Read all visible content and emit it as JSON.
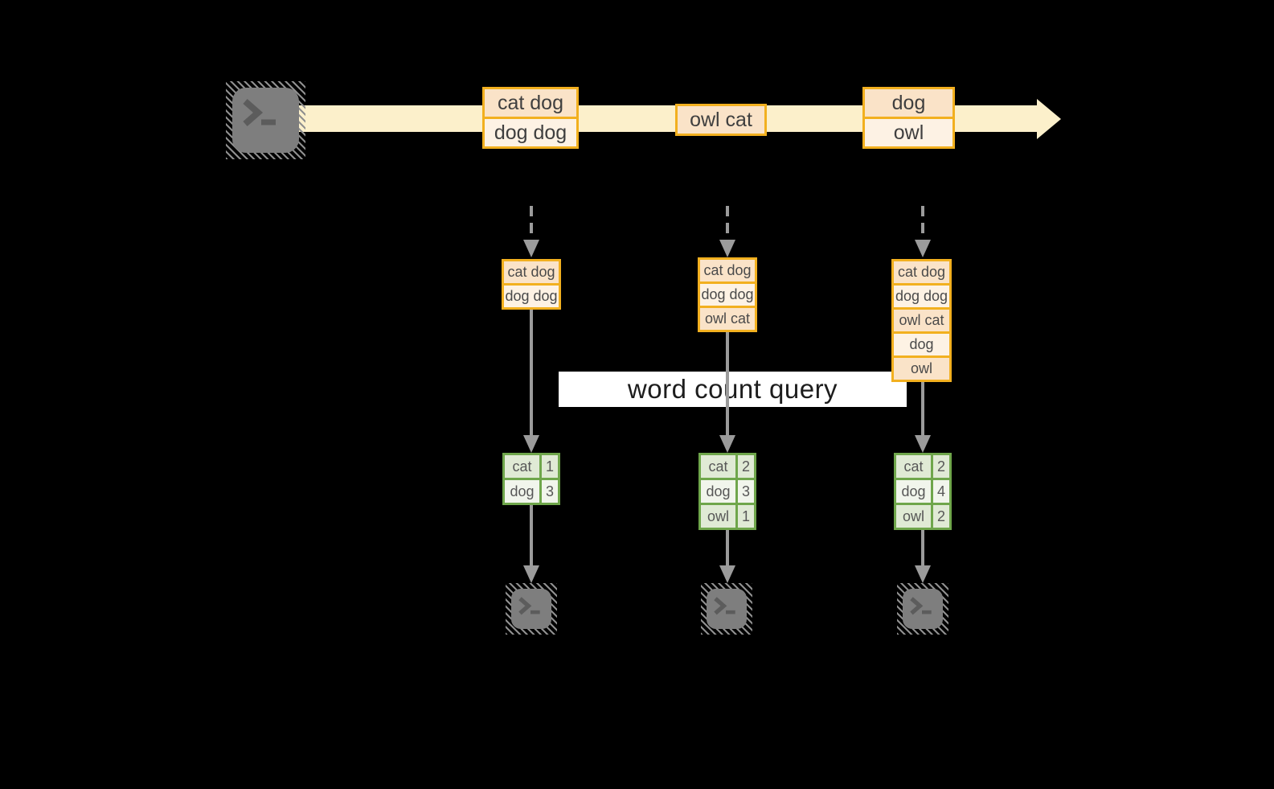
{
  "diagram": {
    "query_label": "word count query",
    "stream": {
      "records": [
        {
          "rows": [
            "cat dog",
            "dog dog"
          ]
        },
        {
          "rows": [
            "owl cat"
          ]
        },
        {
          "rows": [
            "dog",
            "owl"
          ]
        }
      ]
    },
    "partitions": [
      {
        "buffer": [
          "cat dog",
          "dog dog"
        ],
        "counts": [
          {
            "word": "cat",
            "count": "1"
          },
          {
            "word": "dog",
            "count": "3"
          }
        ]
      },
      {
        "buffer": [
          "cat dog",
          "dog dog",
          "owl cat"
        ],
        "counts": [
          {
            "word": "cat",
            "count": "2"
          },
          {
            "word": "dog",
            "count": "3"
          },
          {
            "word": "owl",
            "count": "1"
          }
        ]
      },
      {
        "buffer": [
          "cat dog",
          "dog dog",
          "owl cat",
          "dog",
          "owl"
        ],
        "counts": [
          {
            "word": "cat",
            "count": "2"
          },
          {
            "word": "dog",
            "count": "4"
          },
          {
            "word": "owl",
            "count": "2"
          }
        ]
      }
    ],
    "icons": {
      "source": "terminal-icon",
      "sinks": [
        "terminal-icon",
        "terminal-icon",
        "terminal-icon"
      ],
      "stream_arrow": "right-arrow-icon",
      "ingest_arrow": "dashed-down-arrow-icon",
      "flow_arrow": "solid-down-arrow-icon"
    },
    "colors": {
      "background": "#000000",
      "stream_band": "#FCF0CB",
      "record_border": "#F2B01F",
      "record_fill_dark": "#FAE3C8",
      "record_fill_light": "#FDF2E4",
      "table_border": "#6FA64B",
      "table_fill_dark": "#E0EAD5",
      "table_fill_light": "#F1F5EC",
      "arrow_gray": "#9B9B9B",
      "query_banner": "#FFFFFF"
    }
  }
}
